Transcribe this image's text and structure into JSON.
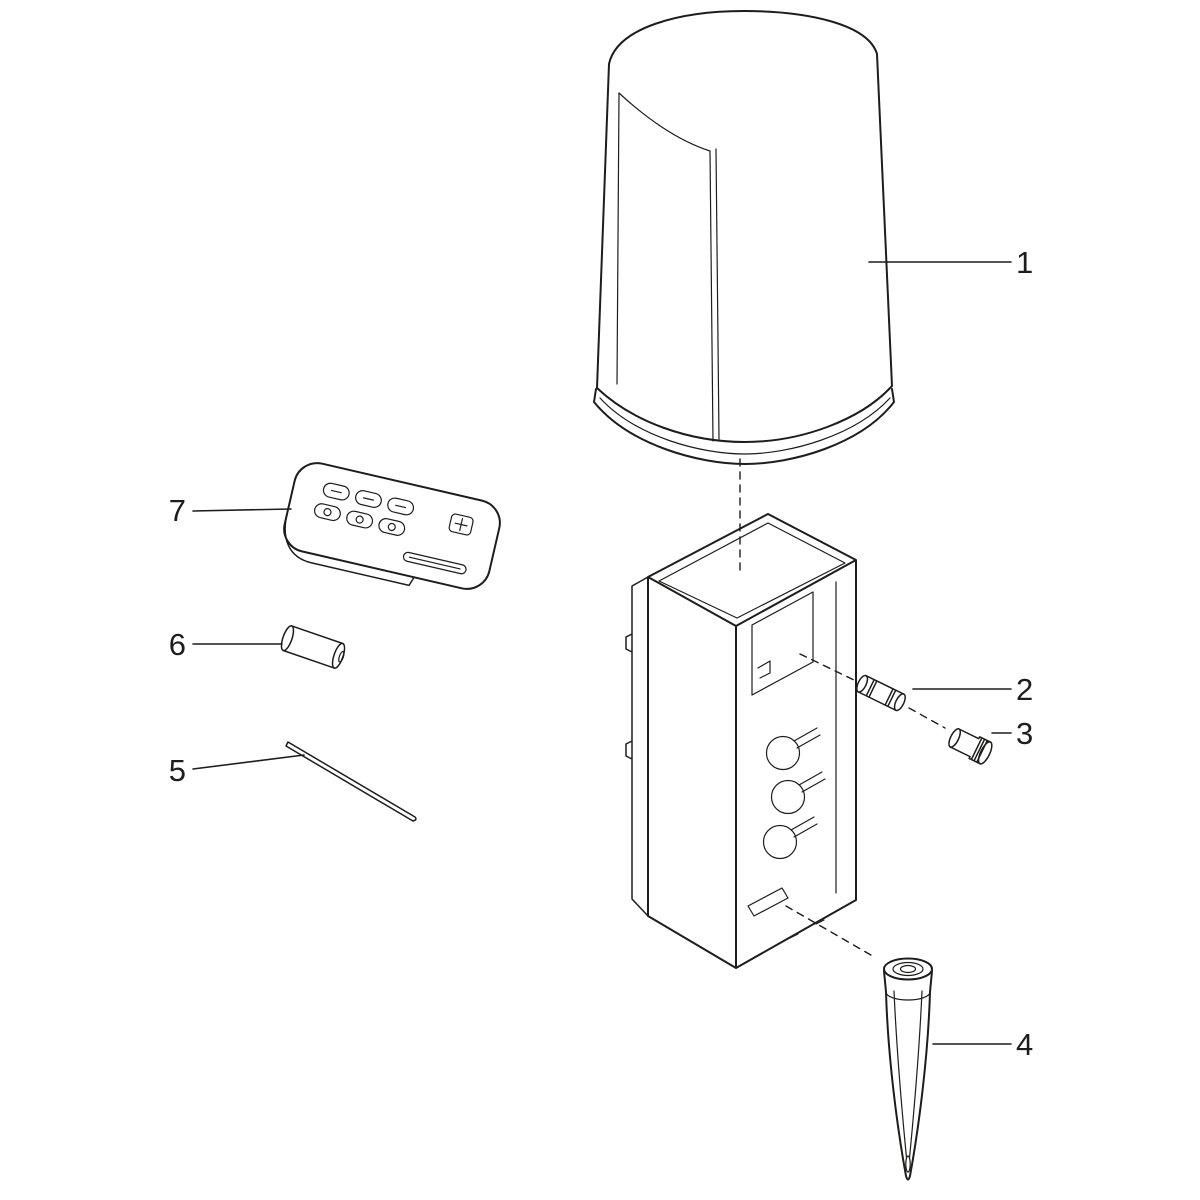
{
  "diagram": {
    "type": "exploded-parts-diagram",
    "background_color": "#ffffff",
    "line_color": "#1d1d1b",
    "parts": [
      {
        "label": "1",
        "name": "dome-cover"
      },
      {
        "label": "2",
        "name": "fuse-cartridge"
      },
      {
        "label": "3",
        "name": "screw-cap"
      },
      {
        "label": "4",
        "name": "ground-spike"
      },
      {
        "label": "5",
        "name": "rod"
      },
      {
        "label": "6",
        "name": "battery"
      },
      {
        "label": "7",
        "name": "remote-control"
      }
    ]
  }
}
